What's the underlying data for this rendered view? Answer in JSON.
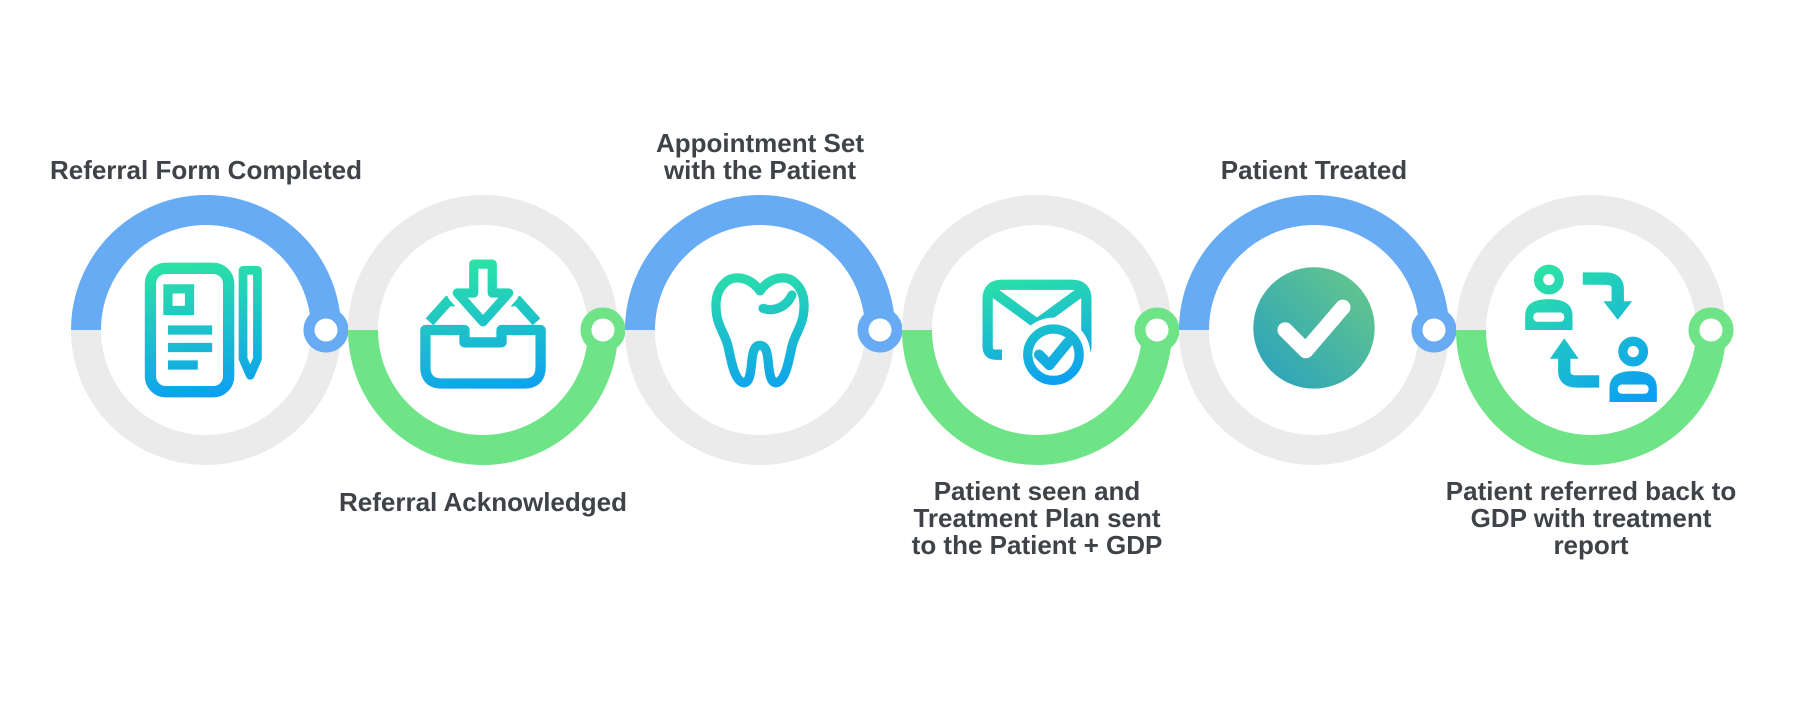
{
  "background_color": "#FFFFFF",
  "colors": {
    "progress_blue": "#66ABF3",
    "progress_green": "#6EE487",
    "track_gray": "#EBEBEB",
    "icon_gradient_start": "#2EE6A0",
    "icon_gradient_end": "#0C9FF2",
    "treated_circle_gradient_start": "#63C68C",
    "treated_circle_gradient_end": "#2BA3BC",
    "label_color": "#3F4347"
  },
  "steps": [
    {
      "id": 1,
      "label": "Referral Form Completed",
      "lines": [
        "Referral Form Completed"
      ],
      "label_position": "above",
      "arc": "blue-top",
      "icon": "document-pen-icon"
    },
    {
      "id": 2,
      "label": "Referral Acknowledged",
      "lines": [
        "Referral Acknowledged"
      ],
      "label_position": "below",
      "arc": "green-bottom",
      "icon": "inbox-receive-icon"
    },
    {
      "id": 3,
      "label": "Appointment Set with the Patient",
      "lines": [
        "Appointment Set",
        "with the Patient"
      ],
      "label_position": "above",
      "arc": "blue-top",
      "icon": "tooth-icon"
    },
    {
      "id": 4,
      "label": "Patient seen and Treatment Plan sent to the Patient + GDP",
      "lines": [
        "Patient seen and",
        "Treatment Plan sent",
        "to the Patient + GDP"
      ],
      "label_position": "below",
      "arc": "green-bottom",
      "icon": "envelope-check-icon"
    },
    {
      "id": 5,
      "label": "Patient Treated",
      "lines": [
        "Patient Treated"
      ],
      "label_position": "above",
      "arc": "blue-top",
      "icon": "check-circle-icon"
    },
    {
      "id": 6,
      "label": "Patient referred back to GDP with treatment report",
      "lines": [
        "Patient referred back to",
        "GDP with treatment",
        "report"
      ],
      "label_position": "below",
      "arc": "green-bottom",
      "icon": "patient-exchange-icon"
    }
  ]
}
